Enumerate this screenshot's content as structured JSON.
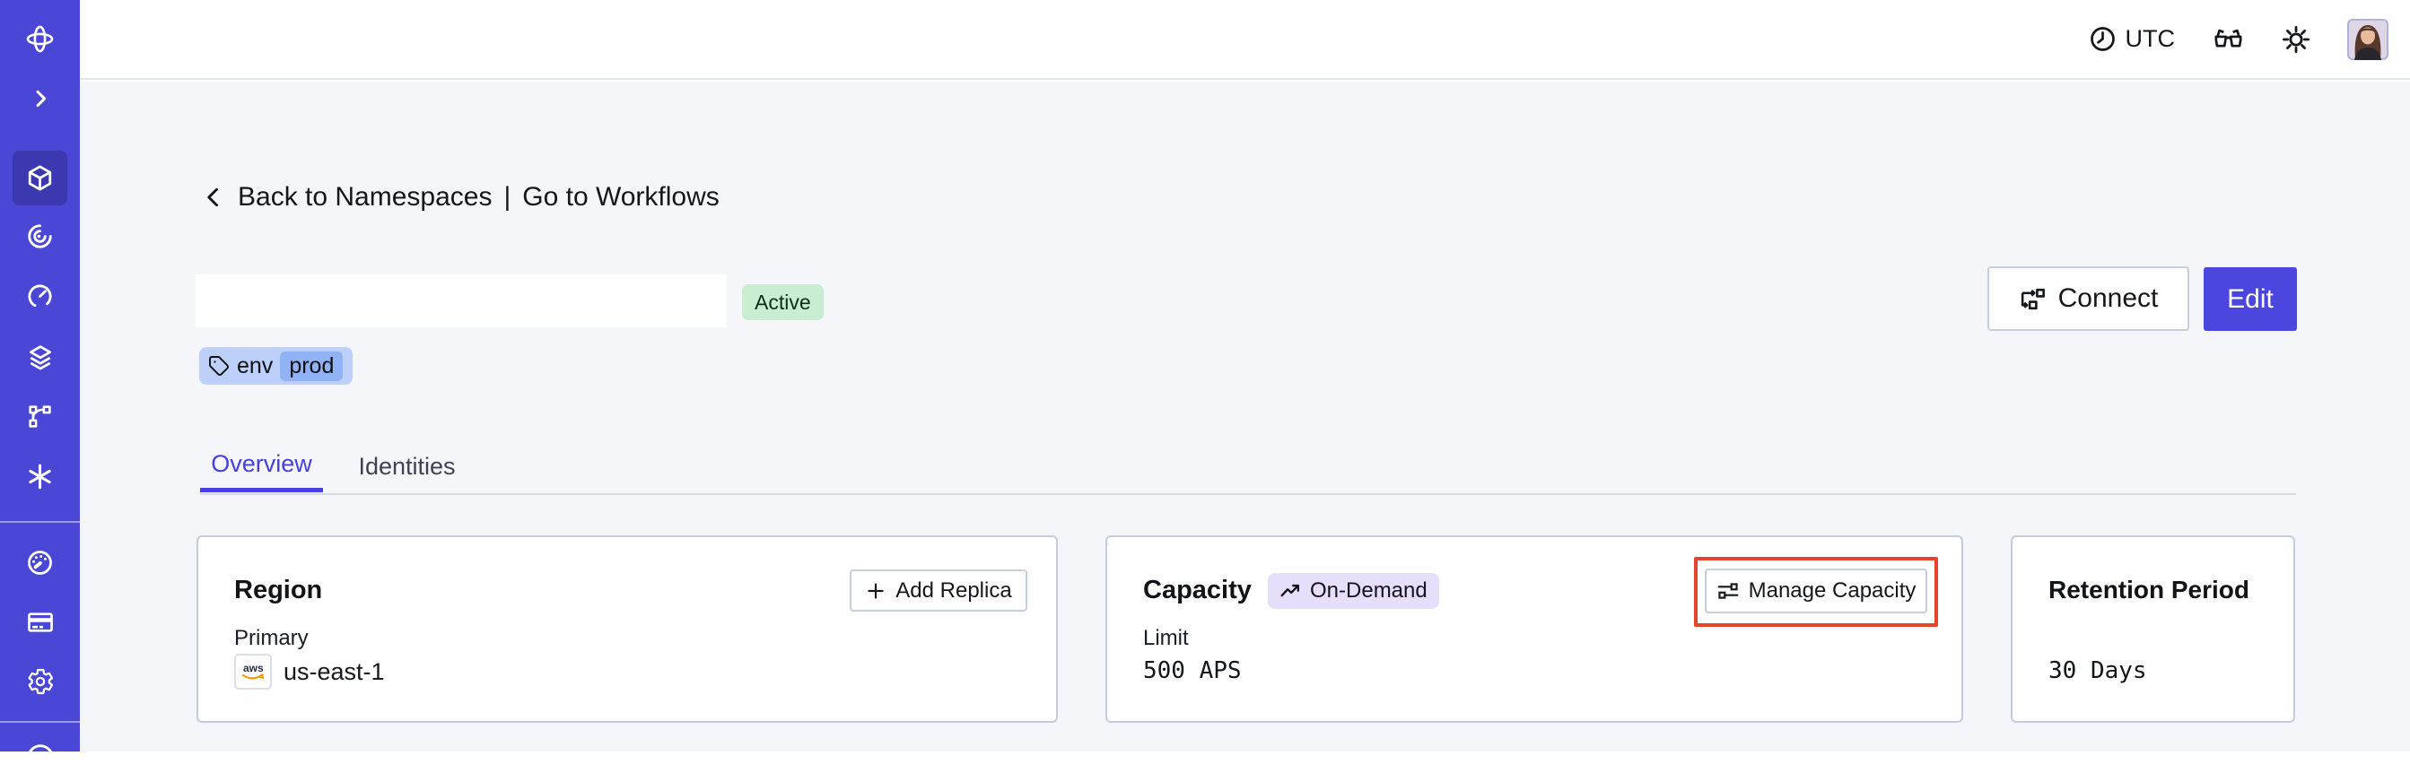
{
  "topbar": {
    "timezone": "UTC"
  },
  "breadcrumb": {
    "back": "Back to Namespaces",
    "separator": "|",
    "workflows": "Go to Workflows"
  },
  "namespace": {
    "status": "Active",
    "tag_key": "env",
    "tag_value": "prod"
  },
  "actions": {
    "connect": "Connect",
    "edit": "Edit"
  },
  "tabs": {
    "overview": "Overview",
    "identities": "Identities"
  },
  "cards": {
    "region": {
      "title": "Region",
      "add_replica_label": "Add Replica",
      "primary_label": "Primary",
      "provider_logo": "aws",
      "value": "us-east-1"
    },
    "capacity": {
      "title": "Capacity",
      "badge": "On-Demand",
      "manage_label": "Manage Capacity",
      "limit_label": "Limit",
      "value": "500 APS"
    },
    "retention": {
      "title": "Retention Period",
      "value": "30 Days"
    }
  },
  "sidebar_icons": [
    "temporal-logo",
    "expand-chevron",
    "namespaces-cube",
    "swirl",
    "timer",
    "layers",
    "branch",
    "asterisk",
    "usage-gauge",
    "billing-card",
    "settings-gear",
    "profile-partial"
  ],
  "colors": {
    "sidebar": "#4A46D6",
    "sidebar_selected": "#3B38B0",
    "accent": "#4540DF",
    "edit_button": "#4B46DD",
    "highlight_red": "#E8432D",
    "status_active_bg": "#C8EDD0",
    "tag_bg": "#BDD0FA",
    "tag_chip_bg": "#91B2F4",
    "on_demand_bg": "#E6DEFA",
    "page_bg": "#F5F6F9",
    "aws_orange": "#FF9900"
  }
}
